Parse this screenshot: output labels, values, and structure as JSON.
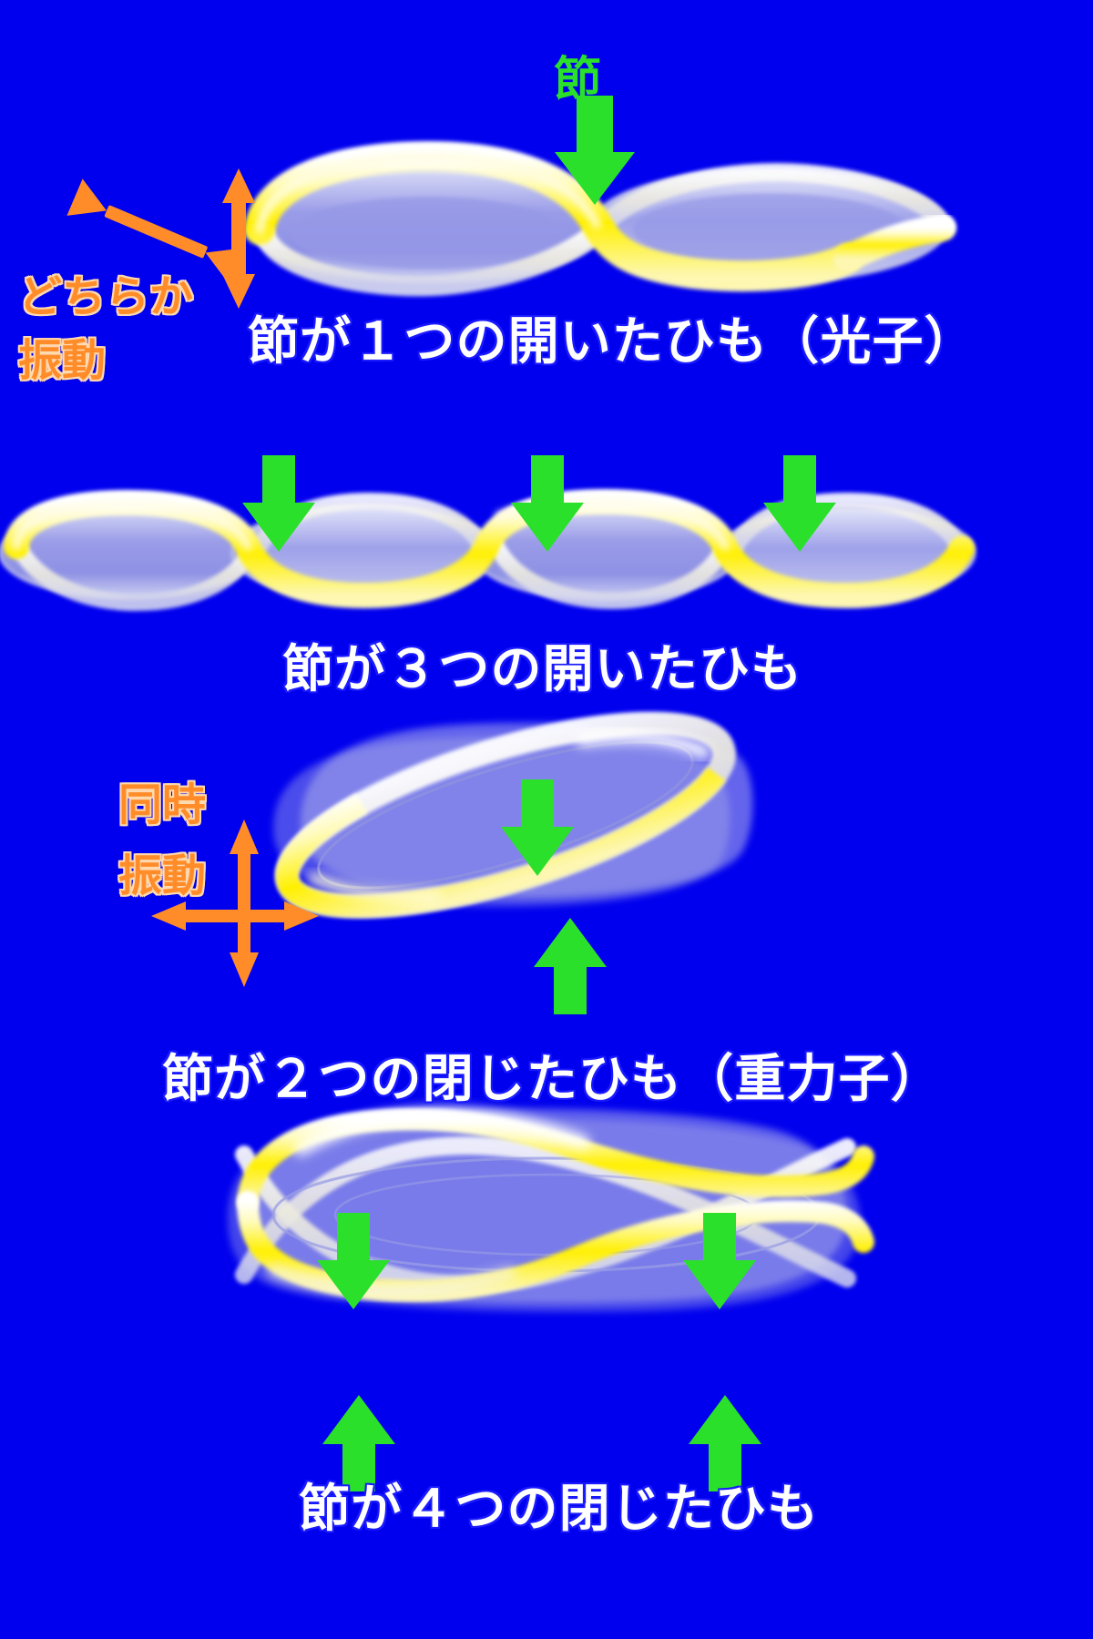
{
  "figure": {
    "title_language": "ja",
    "background_color": "#0000EE",
    "accent_colors": {
      "node_arrow_green": "#2BE02B",
      "vibration_orange": "#FF8C28",
      "string_highlight_yellow": "#FFF000",
      "string_body_violet": "#9a9ce8",
      "caption_white": "#FFFFFF"
    }
  },
  "annotations": {
    "node_label": "節",
    "either_direction_label_line1": "どちらか",
    "either_direction_label_line2": "振動",
    "simultaneous_label_line1": "同時",
    "simultaneous_label_line2": "振動"
  },
  "panels": [
    {
      "id": "open-string-1-node",
      "caption": "節が１つの開いたひも（光子）",
      "node_count": 1,
      "string_type": "open",
      "particle": "光子",
      "node_arrows": 1,
      "vibration_mode": "どちらか"
    },
    {
      "id": "open-string-3-nodes",
      "caption": "節が３つの開いたひも",
      "node_count": 3,
      "string_type": "open",
      "particle": "",
      "node_arrows": 3,
      "vibration_mode": ""
    },
    {
      "id": "closed-string-2-nodes",
      "caption": "節が２つの閉じたひも（重力子）",
      "node_count": 2,
      "string_type": "closed",
      "particle": "重力子",
      "node_arrows": 2,
      "vibration_mode": "同時"
    },
    {
      "id": "closed-string-4-nodes",
      "caption": "節が４つの閉じたひも",
      "node_count": 4,
      "string_type": "closed",
      "particle": "",
      "node_arrows": 4,
      "vibration_mode": ""
    }
  ]
}
